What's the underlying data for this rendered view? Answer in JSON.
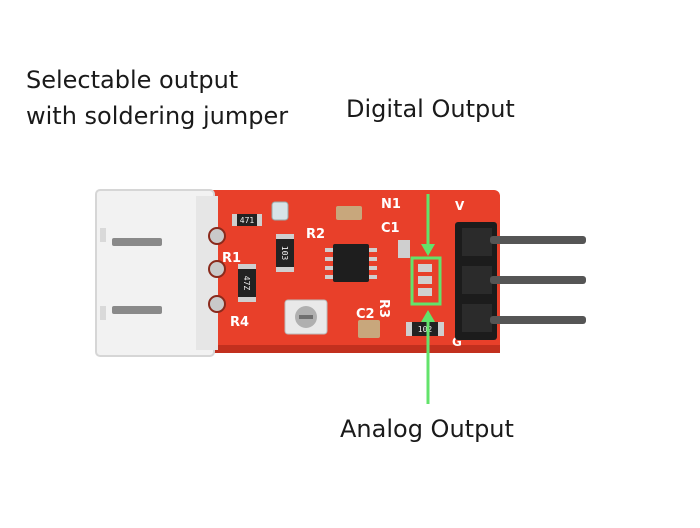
{
  "annotations": {
    "selectable_line1": "Selectable output",
    "selectable_line2": "with soldering jumper",
    "digital_output": "Digital Output",
    "analog_output": "Analog Output"
  },
  "silkscreen": {
    "n1": "N1",
    "c1": "C1",
    "r1": "R1",
    "r2": "R2",
    "r3": "R3",
    "r4": "R4",
    "c2": "C2",
    "v": "V",
    "g": "G",
    "res_103": "103",
    "res_472": "47Z",
    "res_102": "102",
    "res_471": "471"
  },
  "colors": {
    "pcb": "#e8402a",
    "annotation_green": "#63e36b",
    "connector": "#f2f2f2",
    "header_black": "#1c1c1c",
    "pin_metal": "#5a5a5a"
  }
}
